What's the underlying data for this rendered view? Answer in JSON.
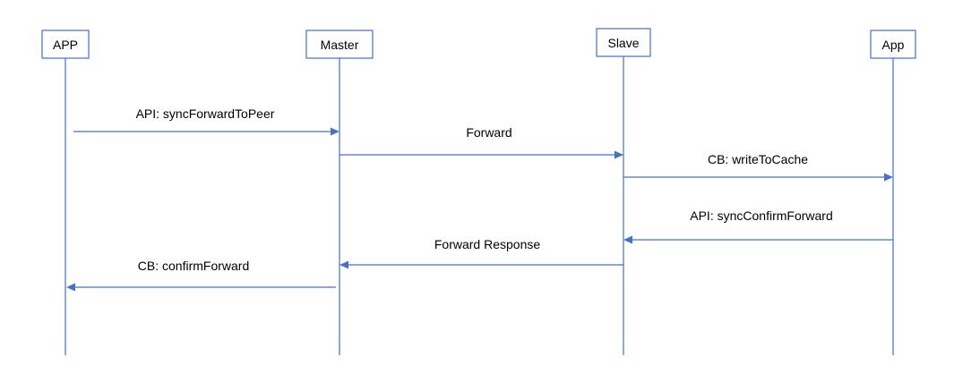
{
  "participants": [
    {
      "id": "app-left",
      "label": "APP"
    },
    {
      "id": "master",
      "label": "Master"
    },
    {
      "id": "slave",
      "label": "Slave"
    },
    {
      "id": "app-right",
      "label": "App"
    }
  ],
  "messages": [
    {
      "label": "API: syncForwardToPeer",
      "from": "app-left",
      "to": "master"
    },
    {
      "label": "Forward",
      "from": "master",
      "to": "slave"
    },
    {
      "label": "CB: writeToCache",
      "from": "slave",
      "to": "app-right"
    },
    {
      "label": "API: syncConfirmForward",
      "from": "app-right",
      "to": "slave"
    },
    {
      "label": "Forward Response",
      "from": "slave",
      "to": "master"
    },
    {
      "label": "CB: confirmForward",
      "from": "master",
      "to": "app-left"
    }
  ],
  "colors": {
    "line": "#4472c4",
    "text": "#000000",
    "background": "#ffffff"
  }
}
